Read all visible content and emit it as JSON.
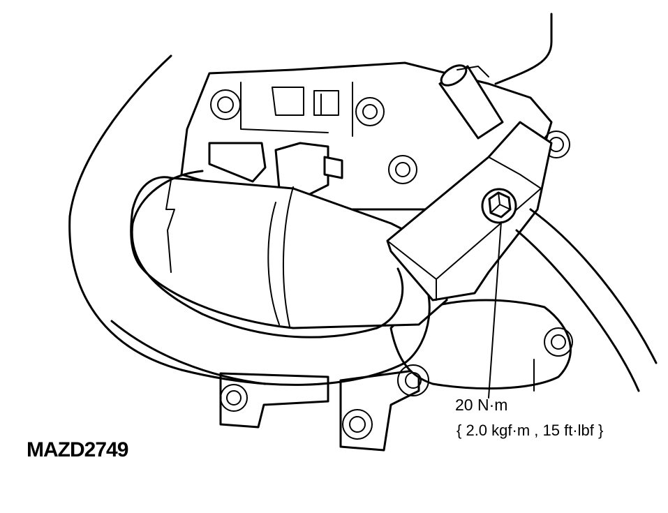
{
  "figure": {
    "code": "MAZD2749"
  },
  "callout": {
    "torque_value": "20 N·m",
    "torque_alt": "{ 2.0 kgf·m , 15 ft·lbf }"
  }
}
